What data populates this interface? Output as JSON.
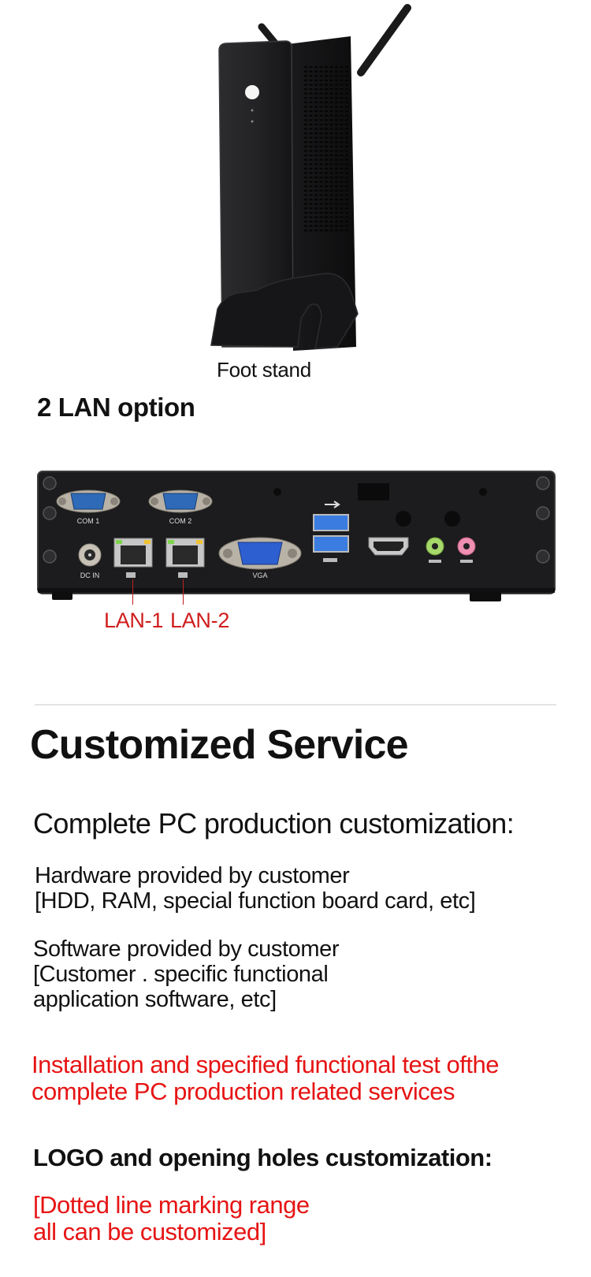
{
  "product": {
    "foot_stand_caption": "Foot stand",
    "lan_heading": "2 LAN option",
    "rear_panel_labels": {
      "com1": "COM 1",
      "com2": "COM 2",
      "dc_in": "DC IN",
      "vga": "VGA"
    },
    "lan1": "LAN-1",
    "lan2": "LAN-2"
  },
  "service": {
    "title": "Customized Service",
    "subtitle": "Complete PC production customization:",
    "hardware_line1": "Hardware provided by customer",
    "hardware_line2": "[HDD, RAM, special function board card, etc]",
    "software_line1": "Software provided by customer",
    "software_line2": "[Customer . specific functional",
    "software_line3": "application software, etc]",
    "install_line1": "Installation and specified functional test ofthe",
    "install_line2": "complete PC production related services",
    "logo_heading": "LOGO and opening holes customization:",
    "dotted_line1": "[Dotted line marking range",
    "dotted_line2": "all can be customized]"
  },
  "colors": {
    "accent_red": "#e61414",
    "lan_red": "#d01c1c",
    "device_black": "#1c1c1e"
  }
}
